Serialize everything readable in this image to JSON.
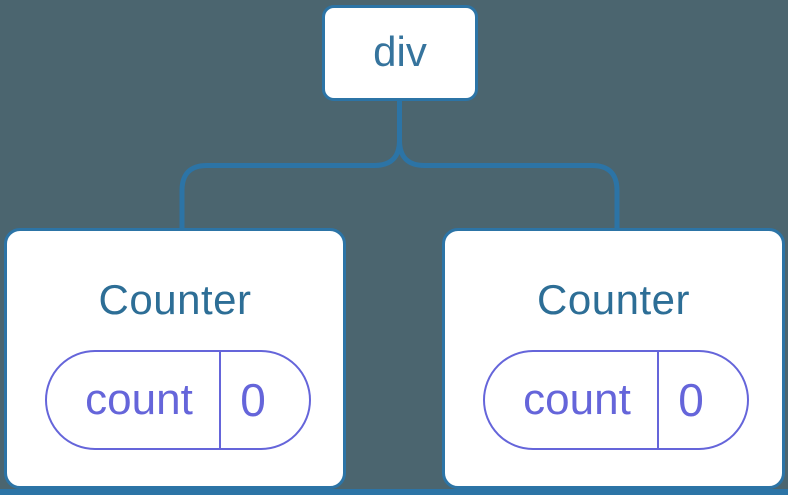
{
  "diagram": {
    "root": {
      "label": "div"
    },
    "children": [
      {
        "title": "Counter",
        "state": {
          "key": "count",
          "value": "0"
        }
      },
      {
        "title": "Counter",
        "state": {
          "key": "count",
          "value": "0"
        }
      }
    ]
  },
  "colors": {
    "background": "#4b656f",
    "line_blue": "#2c74a6",
    "node_background": "#ffffff",
    "root_label_text": "#36749d",
    "counter_title_text": "#2d6e96",
    "state_pill_purple": "#6565da"
  }
}
